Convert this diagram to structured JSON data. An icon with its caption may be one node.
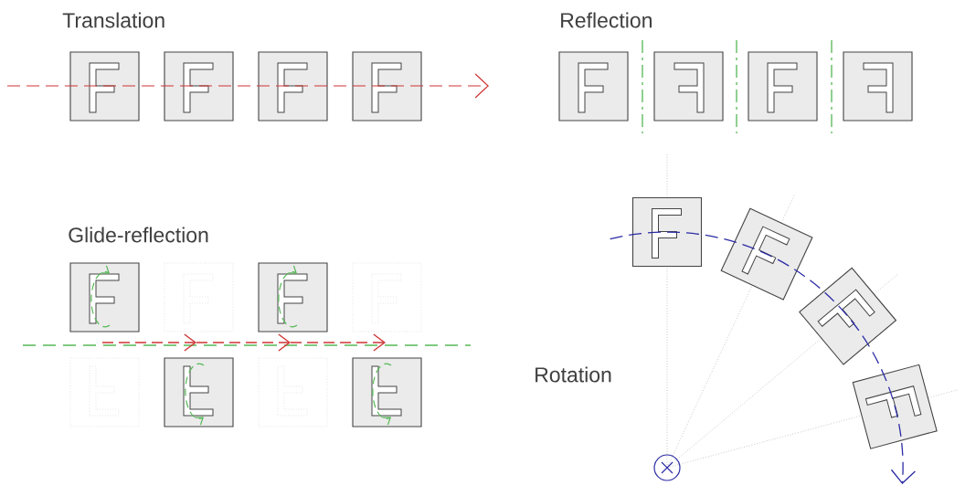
{
  "diagram": {
    "labels": [
      "Translation",
      "Reflection",
      "Glide-reflection",
      "Rotation"
    ]
  }
}
